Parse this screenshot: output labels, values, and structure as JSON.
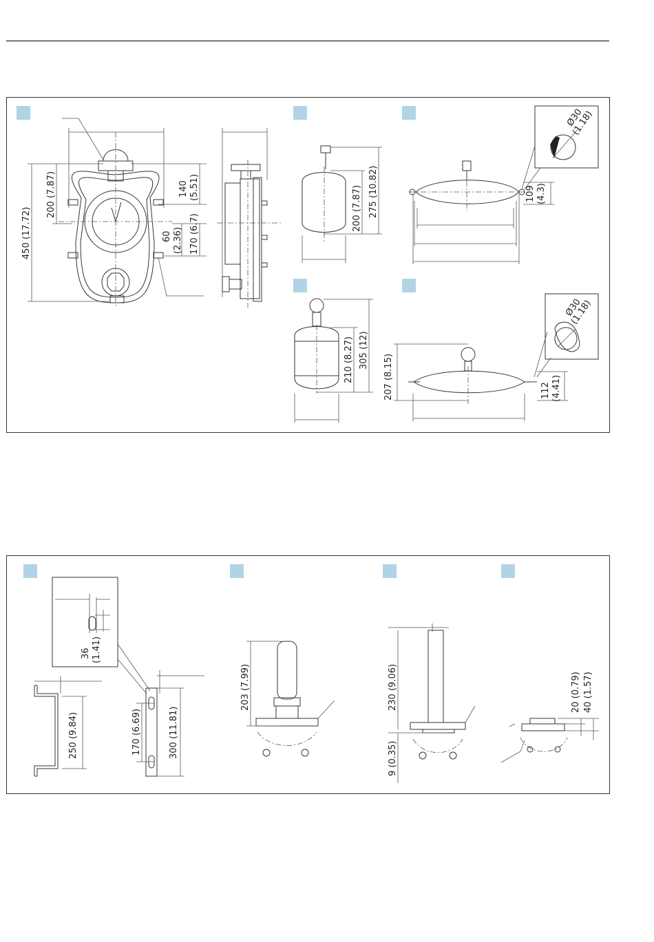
{
  "figure_top": {
    "dims": {
      "d450": "450 (17.72)",
      "d200": "200 (7.87)",
      "d140": "140",
      "d140in": "(5.51)",
      "d60": "60",
      "d60in": "(2.36)",
      "d170": "170 (6.7)",
      "v200": "200 (7.87)",
      "v275": "275 (10.82)",
      "h109": "109",
      "h109in": "(4.3)",
      "dia30a": "Ø30",
      "dia30ain": "(1.18)",
      "v210": "210 (8.27)",
      "v305": "305 (12)",
      "h207": "207 (8.15)",
      "h112": "112",
      "h112in": "(4.41)",
      "dia30b": "Ø30",
      "dia30bin": "(1.18)"
    }
  },
  "figure_bottom": {
    "dims": {
      "d36": "36",
      "d36in": "(1.41)",
      "d250": "250 (9.84)",
      "d170": "170 (6.69)",
      "d300": "300 (11.81)",
      "d203": "203 (7.99)",
      "d230": "230 (9.06)",
      "d9": "9 (0.35)",
      "d20": "20 (0.79)",
      "d40": "40 (1.57)"
    }
  },
  "colors": {
    "tag": "#b0d4e6",
    "line": "#333333"
  }
}
